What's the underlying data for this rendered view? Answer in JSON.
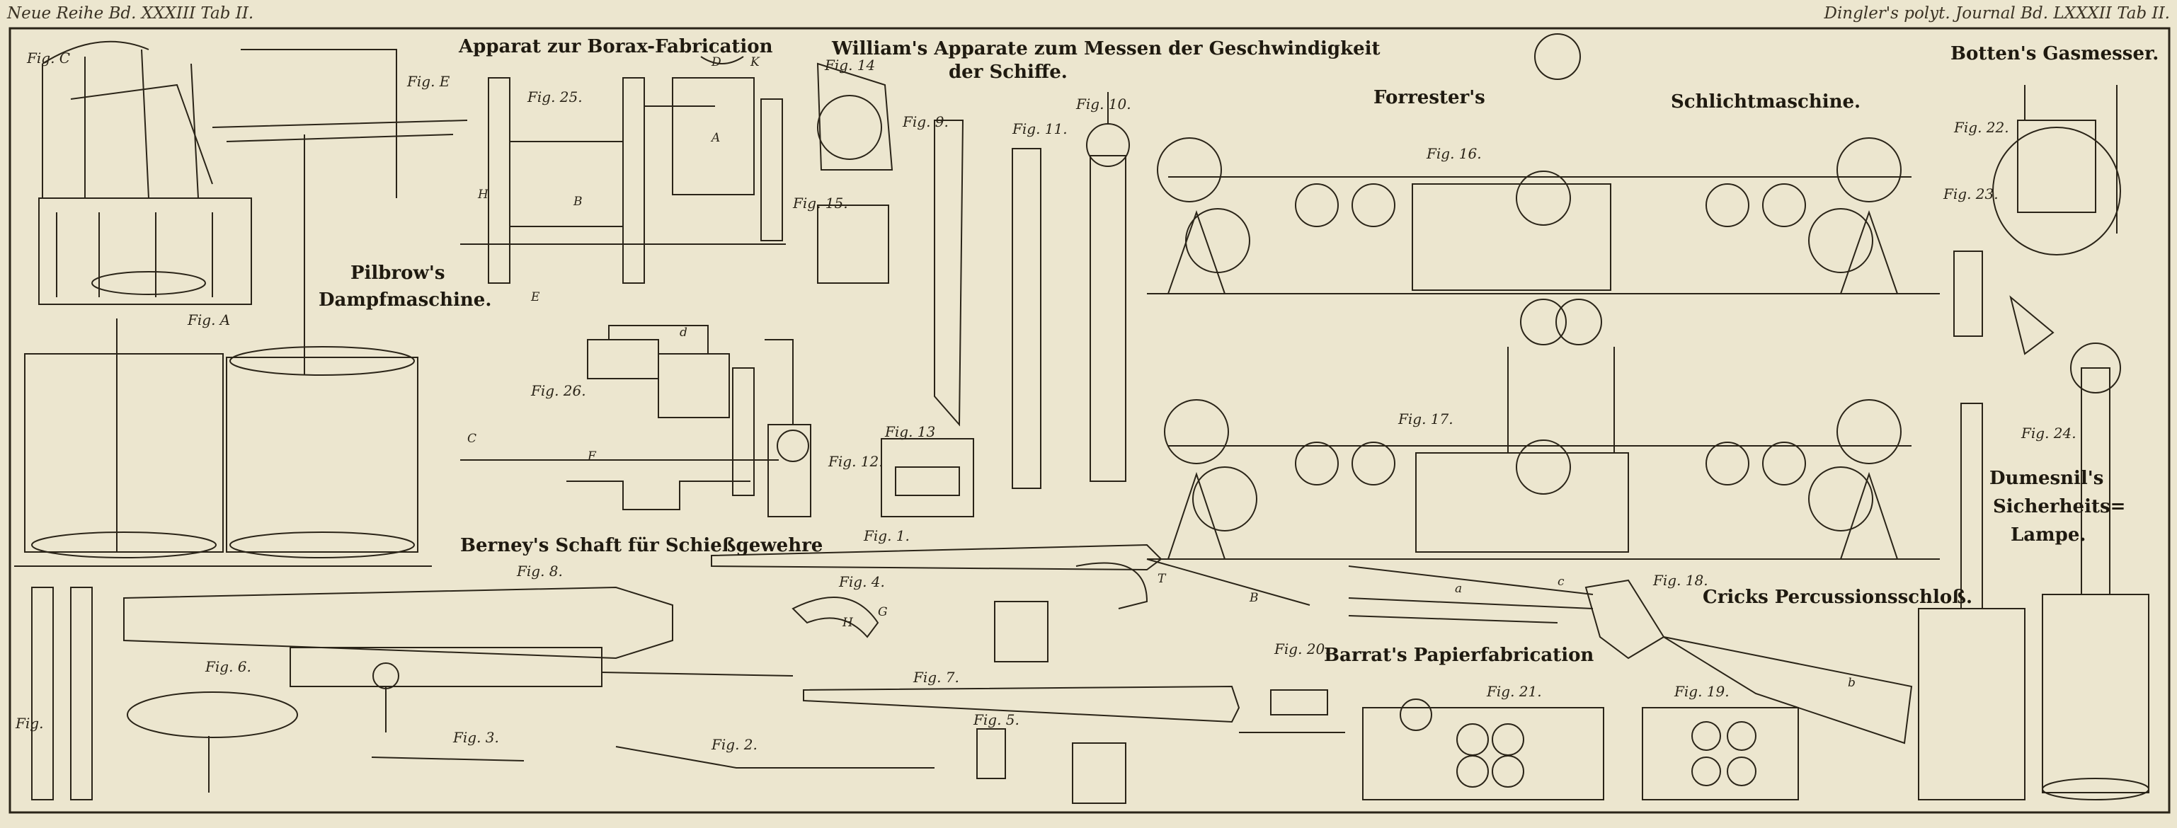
{
  "header": {
    "left": "Neue Reihe Bd. XXXIII Tab II.",
    "right": "Dingler's polyt. Journal Bd. LXXXII Tab II."
  },
  "titles": {
    "borax": "Apparat zur Borax-Fabrication",
    "williams": "William's Apparate zum Messen der Geschwindigkeit",
    "williams2": "der Schiffe.",
    "forrester": "Forrester's",
    "schlicht": "Schlichtmaschine.",
    "botten": "Botten's Gasmesser.",
    "pilbrow": "Pilbrow's",
    "pilbrow2": "Dampfmaschine.",
    "berney": "Berney's Schaft für Schießgewehre",
    "barrat": "Barrat's Papierfabrication",
    "cricks": "Cricks Percussionsschloß.",
    "dumesnil": "Dumesnil's",
    "dumesnil2": "Sicherheits=",
    "dumesnil3": "Lampe."
  },
  "figures": {
    "figC": "Fig. C",
    "figE": "Fig. E",
    "figA": "Fig. A",
    "fig25": "Fig. 25.",
    "fig26": "Fig. 26.",
    "fig14": "Fig. 14",
    "fig15": "Fig. 15.",
    "fig9": "Fig. 9.",
    "fig11": "Fig. 11.",
    "fig10": "Fig. 10.",
    "fig12": "Fig. 12.",
    "fig13": "Fig. 13",
    "fig16": "Fig. 16.",
    "fig17": "Fig. 17.",
    "fig22": "Fig. 22.",
    "fig23": "Fig. 23.",
    "fig24": "Fig. 24.",
    "fig8": "Fig. 8.",
    "fig1": "Fig. 1.",
    "fig4": "Fig. 4.",
    "fig6": "Fig. 6.",
    "fig3": "Fig. 3.",
    "fig2": "Fig. 2.",
    "fig7": "Fig. 7.",
    "fig5": "Fig. 5.",
    "fig18": "Fig. 18.",
    "fig20": "Fig. 20.",
    "fig21": "Fig. 21.",
    "fig19": "Fig. 19.",
    "figB": "Fig."
  },
  "labels": {
    "A": "A",
    "B": "B",
    "C": "C",
    "D": "D",
    "E": "E",
    "F": "F",
    "G": "G",
    "H": "H",
    "K": "K",
    "T": "T",
    "a": "a",
    "b": "b",
    "c": "c",
    "d": "d"
  },
  "colors": {
    "paper": "#ece6cf",
    "ink": "#2a2418",
    "rule": "#3a3224"
  }
}
